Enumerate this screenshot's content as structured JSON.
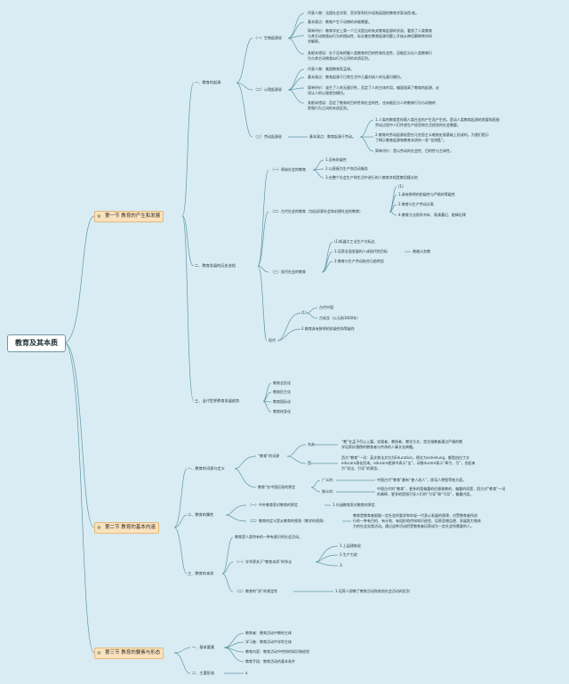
{
  "root": "教育及其本质",
  "sections": [
    {
      "label": "第一节 教育的产生和发展",
      "icon": "leaf-icon"
    },
    {
      "label": "第二节 教育的基本内涵",
      "icon": "leaf-icon"
    },
    {
      "label": "第三节 教育的要素与形态",
      "icon": "leaf-icon"
    }
  ],
  "s1": {
    "origin": "一、教育的起源",
    "bio": "（一）生物起源说",
    "bio_lines": [
      "代表人物：法国社会学家、哲学家利托尔诺和英国的教育学家沛西·能。",
      "基本观点：教育产生于动物的本能需要。",
      "简单评价：教育学史上第一个正式提出的有关教育起源的学说。看到了人类教育",
      "与其它动物类似行为的相似性，标志着在教育起源问题上开始从神话解释转向科",
      "学解释。",
      "其根本错误：在于没有把握人类教育的目的性和社会性，没能区分出人类教育行",
      "为与其它动物类似行为之间的本质区别。"
    ],
    "psy": "（二）心理起源说",
    "psy_lines": [
      "代表人物：美国教育家孟禄。",
      "基本观点：教育起源于日常生活中儿童对成人的无意识模仿。",
      "简单评价：该生了人的无意识性，否定了人的主体作用，偏面拔高了教育的起源，必",
      "须认人的心理差别模仿。",
      "其根本错误：否定了教育的目的性和社会的性，也未能区分人的教育行为与动物的",
      "界限行为之间的本质区别。"
    ],
    "labor": "（三）劳动起源说",
    "labor_basic": "基本观点：教育起源于劳动。",
    "labor_lines": [
      "1.人类的教育是伴随人类社会的产生而产生的。是动人类教育起源的首要和直接",
      "劳动过程中人们传递生产经验和生活经验的社会需要。",
      "2.教育的劳动起源说是在马克思主义唯物史观基础上形成的。为我们提示",
      "了揭示教育起源和教育本质的一条“金钥匙”。",
      "简单评价：是以劳动的社会性、目的性与主体性。"
    ],
    "hist": "二、教育发展的历史进程",
    "primitive": "（一）原始社会的教育",
    "primitive_items": [
      "1.没有阶级性",
      "2.以直接为生产和活动服务",
      "3.在整个社会生产和生活中进行的人教育并相是教用模式的"
    ],
    "ancient": "（二）古代社会的教育（包括奴隶社会和封建社会的教育）",
    "ancient_items": [
      "(1)",
      "1.具有鲜明的阶级性与严格的等级性",
      "2.教育与生产劳动分离",
      "4.教育方法崇尚书本、背诵灌记、棍棒纪律"
    ],
    "modern": "（三）现代社会的教育",
    "modern_items": [
      "(1)机器大工业生产为标志",
      "1.培养全面发展的人成现代的目标",
      "2.教育与生产劳动结合日趋明显"
    ],
    "modern_side": "普遍义务教",
    "modern_era": "现代",
    "modern_era_items": [
      "(1)",
      "古代中国",
      "古埃及（公元前3000年）",
      "2.教育具有鲜明的阶级性和等级性"
    ],
    "trend": "三、当代世界教育发展趋势",
    "trend_items": [
      "教育全民化",
      "教育民主化",
      "教育国际化",
      "教育终身化"
    ]
  },
  "s2": {
    "concept": "一、教育的词源与定义",
    "etym": "“教育”的词源",
    "east": "东方",
    "east_lines": [
      "“教”在孟子尽心上篇，实践者、教授者、教学方式，首先指教者通过严格的教",
      "学培养好通德的教育者与传承的人事文化典籍。"
    ],
    "west": "西",
    "west_lines": [
      "西方“教育”一词：英文和法文均为Education，德文为erziehung，都是由拉丁文",
      "educare演化而来。educare相源中表示“出”，词根ducere表示“牵引、引”，合起来",
      "为“导出、引导”的意思。"
    ],
    "def": "教育“在中国近现的界定",
    "broad": "广义的：",
    "broad_text": "中国古代“教育”最有“使人成人”，即培人德智等各方面。",
    "narrow": "狭义的：",
    "narrow_lines": [
      "中国古代的“教育”，更多的是偏重的伦理政教的，偏重的同是，西方对“教育”一词",
      "的阐释，更多地是指引导人们的“引导”和“引导”，偏重内容。"
    ],
    "attr": "二、教育的属性",
    "attr1": "（一）中外教育家对教育的界定",
    "attr1_text": "1.内涵教育家对教育的界定",
    "attr2": "（二）教育的定义是从教育的视角（教学的视角）",
    "attr2_lines": [
      "教育是教育者根据一定社会的要求和年轻一代身心发展的规律，对受教育者所进",
      "行的一种有目的、有计划、有组织地传授知识经验、培养思想品德、发展智力和体",
      "力的社会实践活动。通过这种活动把受教育者培养成为一定社会所需要的人。"
    ],
    "essence": "三、教育的本质",
    "essence_top": "教育是人类特有的一种有意识的社会活动。",
    "ess1": "（一）学术界关于“教育本质”的争论",
    "ess1_items": [
      "1.上层建筑说",
      "2.生产力说",
      "3."
    ],
    "ess2": "（二）教育的“质”的规定性",
    "ess2_text": "1.培养人即教了教育活动和其他社会活动的区别"
  },
  "s3": {
    "elements": "一、基本要素",
    "el_items": [
      "教育者：教育活动中教的主体",
      "学习者：教育活动中学的主体",
      "教育内容：教育活动中传授的知识和经验",
      "教育手段：教育活动的基本条件"
    ],
    "forms": "二、主要形态",
    "forms_item": "a"
  },
  "colors": {
    "background": "#d9ecf3",
    "line": "#5f96a6",
    "section_fill": "#fbe2bd"
  }
}
